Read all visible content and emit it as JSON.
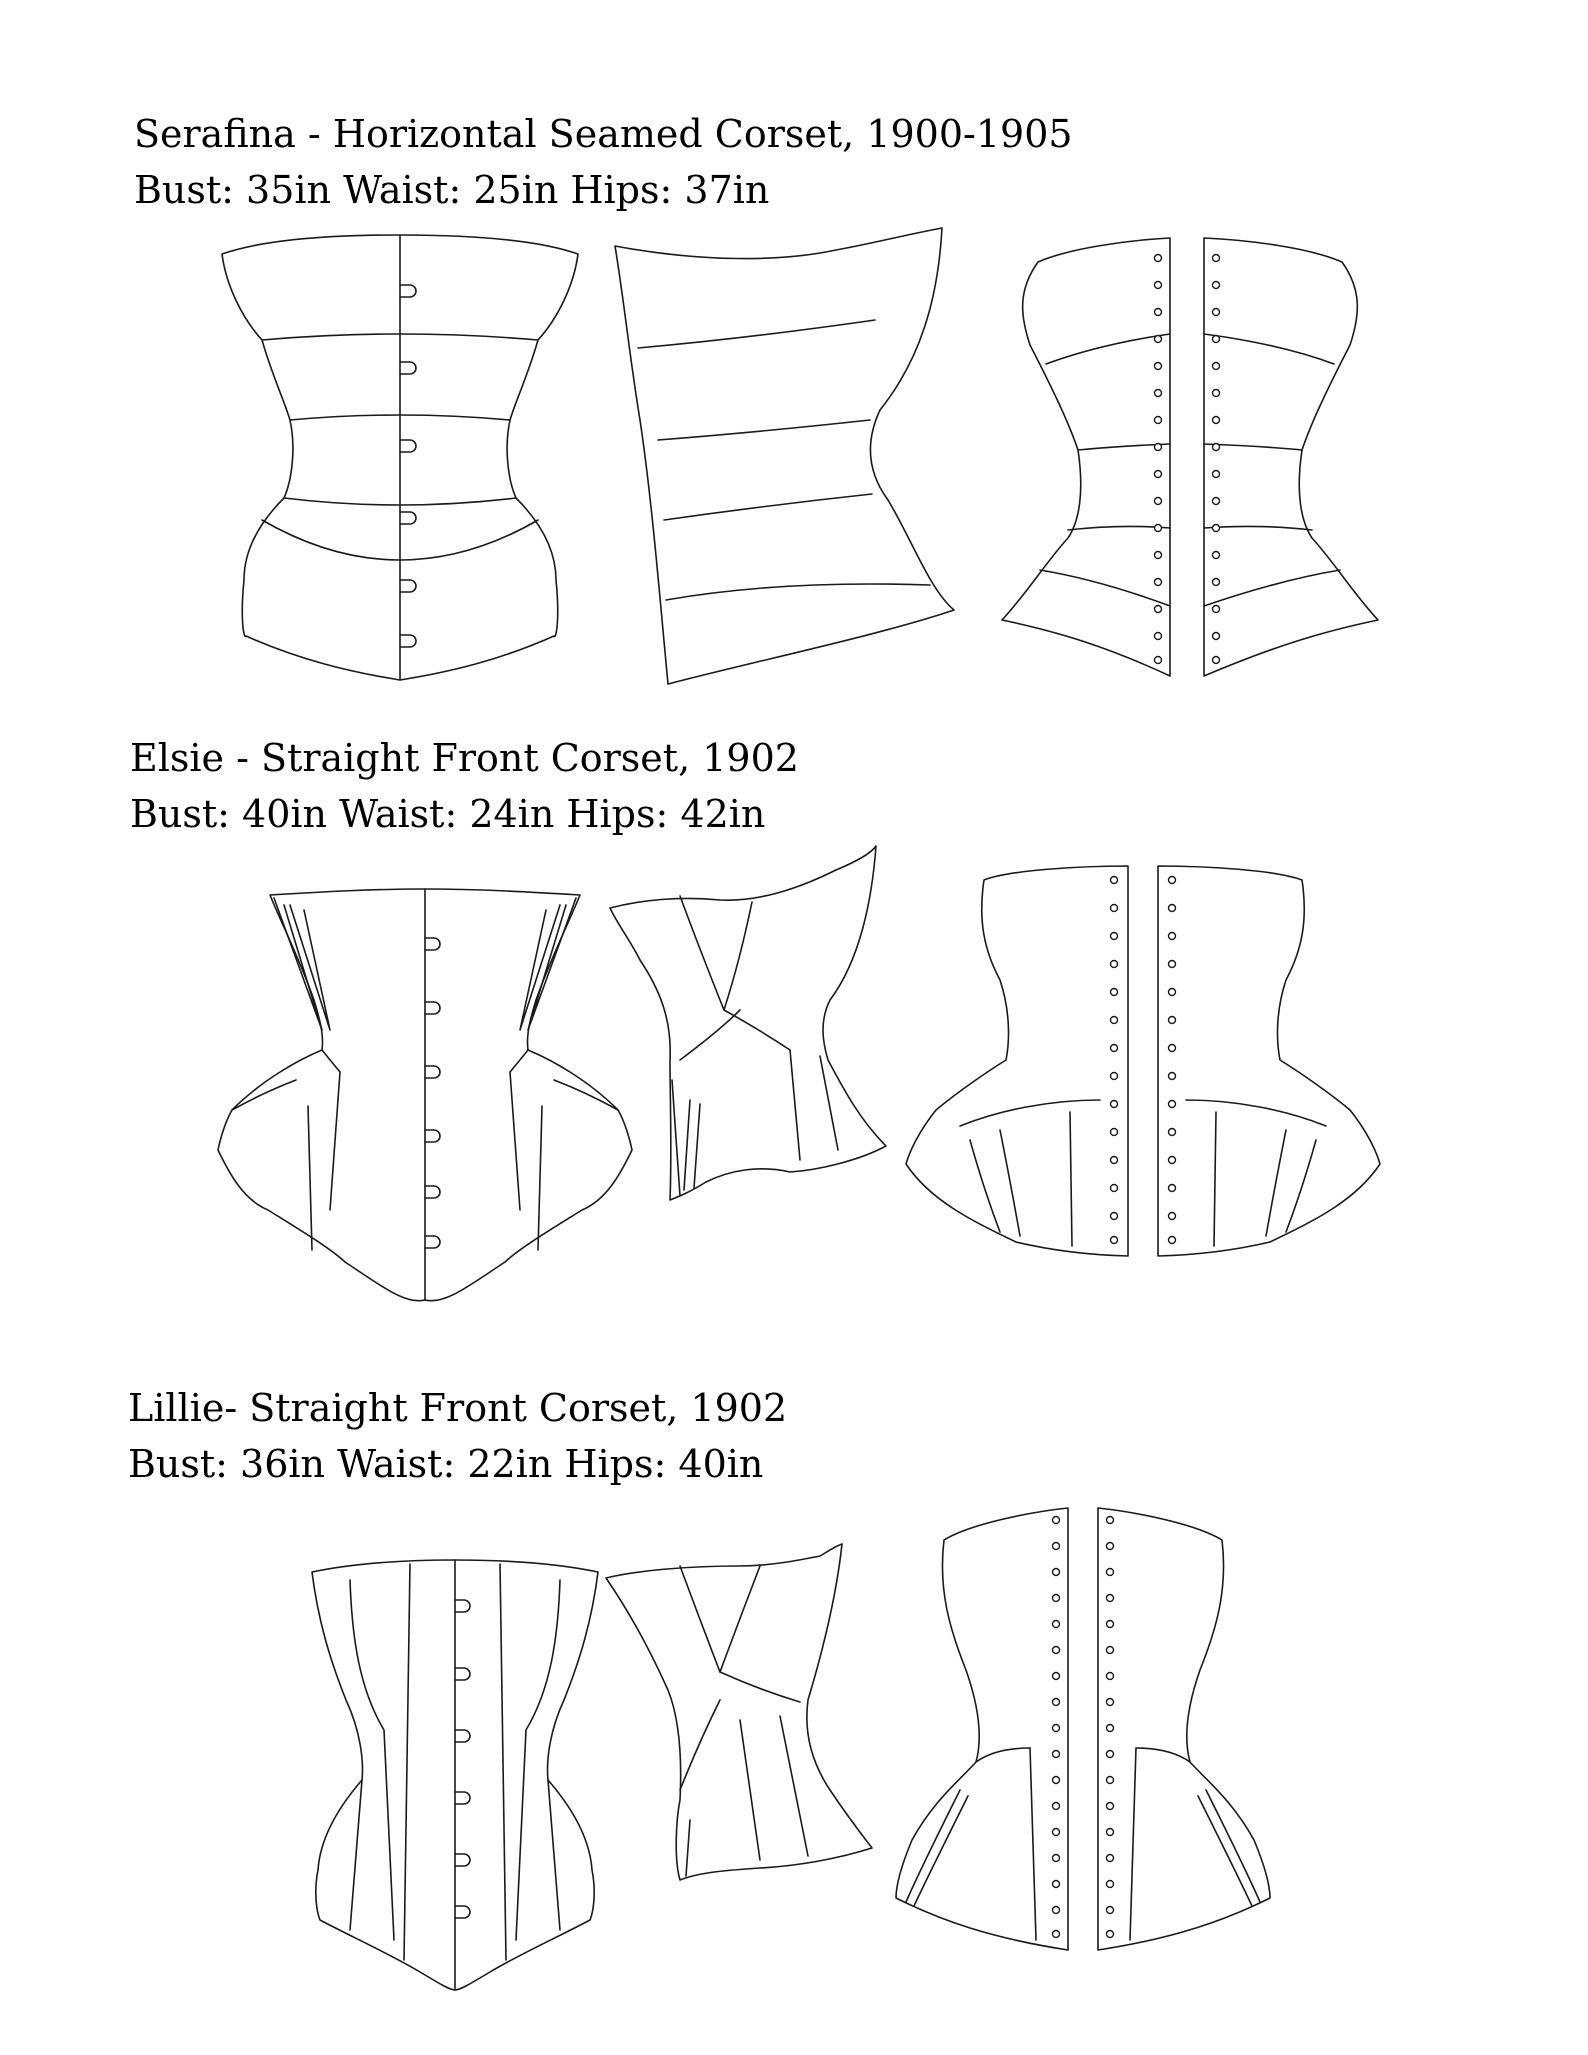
{
  "sections": [
    {
      "name": "Serafina - Horizontal Seamed Corset, 1900-1905",
      "measurements": "Bust: 35in Waist: 25in  Hips: 37in",
      "views": [
        "front-view",
        "side-view",
        "back-view"
      ]
    },
    {
      "name": "Elsie - Straight Front Corset, 1902",
      "measurements": "Bust: 40in Waist: 24in  Hips: 42in",
      "views": [
        "front-view",
        "side-view",
        "back-view"
      ]
    },
    {
      "name": "Lillie- Straight Front Corset, 1902",
      "measurements": "Bust: 36in Waist: 22in  Hips: 40in",
      "views": [
        "front-view",
        "side-view",
        "back-view"
      ]
    }
  ],
  "colors": {
    "line": "#1a1a1a",
    "background": "#ffffff"
  }
}
